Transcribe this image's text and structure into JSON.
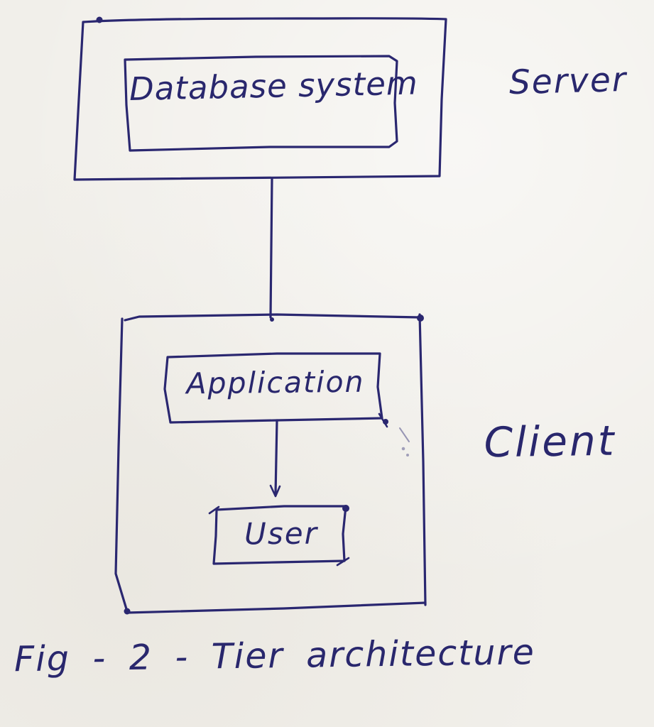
{
  "diagram": {
    "caption": "Fig - 2 - Tier architecture",
    "colors": {
      "ink": "#2a2770",
      "paper": "#f1efea"
    },
    "server_tier": {
      "tier_label": "Server",
      "box_label": "Database system"
    },
    "client_tier": {
      "tier_label": "Client",
      "application_label": "Application",
      "user_label": "User"
    }
  }
}
